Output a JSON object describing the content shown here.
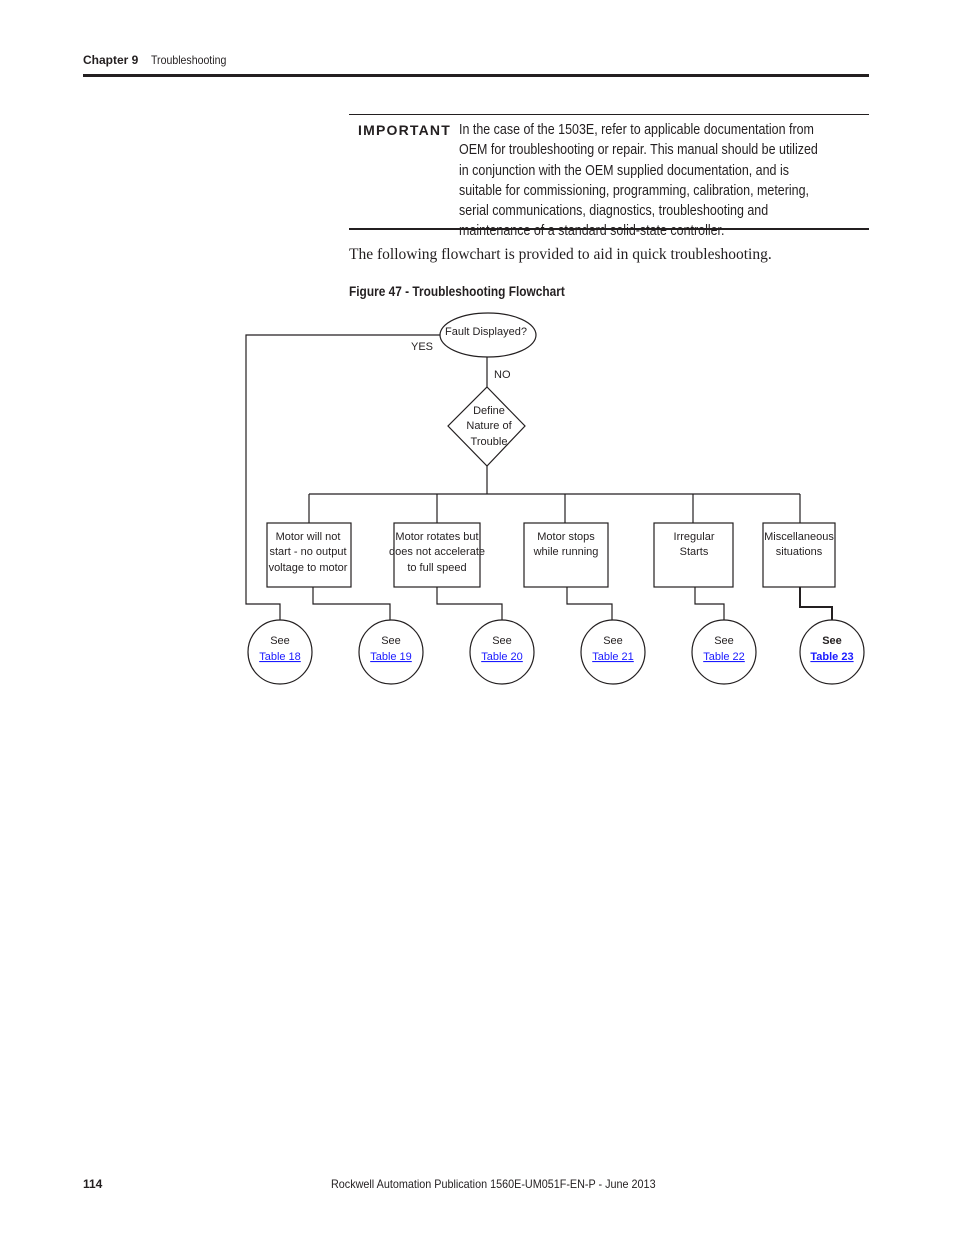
{
  "header": {
    "chapter": "Chapter 9",
    "section": "Troubleshooting"
  },
  "important": {
    "label": "IMPORTANT",
    "text": "In the case of the 1503E, refer to applicable documentation from OEM for troubleshooting or repair. This manual should be utilized in conjunction with the OEM supplied documentation, and is suitable for commissioning, programming, calibration, metering, serial communications, diagnostics, troubleshooting and maintenance of a standard solid-state controller."
  },
  "intro": "The following flowchart is provided to aid in quick troubleshooting.",
  "figure_caption": "Figure 47 - Troubleshooting Flowchart",
  "flowchart": {
    "start": "Fault Displayed?",
    "yes_label": "YES",
    "no_label": "NO",
    "decision": [
      "Define",
      "Nature of",
      "Trouble"
    ],
    "branches": [
      {
        "lines": [
          "Motor will not",
          "start - no output",
          "voltage to motor"
        ]
      },
      {
        "lines": [
          "Motor rotates but",
          "does not accelerate",
          "to full speed"
        ]
      },
      {
        "lines": [
          "Motor stops",
          "while running"
        ]
      },
      {
        "lines": [
          "Irregular",
          "Starts"
        ]
      },
      {
        "lines": [
          "Miscellaneous",
          "situations"
        ]
      }
    ],
    "refs": [
      {
        "see": "See",
        "link": "Table 18"
      },
      {
        "see": "See",
        "link": "Table 19"
      },
      {
        "see": "See",
        "link": "Table 20"
      },
      {
        "see": "See",
        "link": "Table 21"
      },
      {
        "see": "See",
        "link": "Table 22"
      },
      {
        "see": "See",
        "link": "Table 23"
      }
    ]
  },
  "footer": {
    "page_number": "114",
    "publication": "Rockwell Automation Publication 1560E-UM051F-EN-P - June 2013"
  }
}
